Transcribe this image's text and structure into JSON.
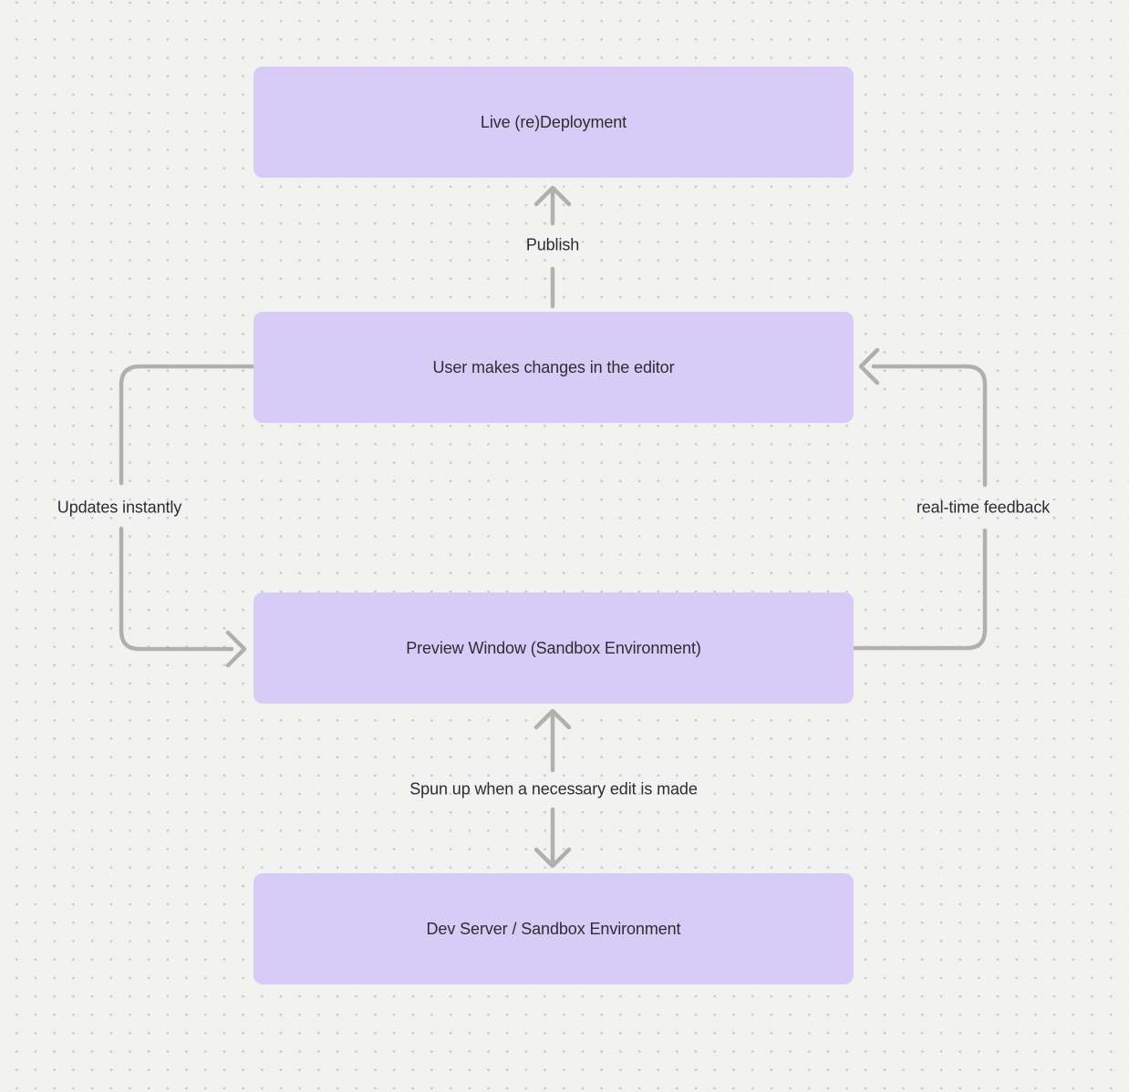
{
  "diagram": {
    "colors": {
      "bg": "#f2f2f0",
      "dot": "#c9c9c8",
      "node": "#d7ccf6",
      "arrow": "#b1b0af",
      "text": "#2e2c33"
    },
    "nodes": [
      {
        "id": "live-deployment",
        "label": "Live (re)Deployment"
      },
      {
        "id": "editor-changes",
        "label": "User makes changes in the editor"
      },
      {
        "id": "preview-window",
        "label": "Preview Window (Sandbox Environment)"
      },
      {
        "id": "dev-server",
        "label": "Dev Server / Sandbox Environment"
      }
    ],
    "edges": [
      {
        "label": "Publish",
        "from": "editor-changes",
        "to": "live-deployment",
        "direction": "up"
      },
      {
        "label": "Updates instantly",
        "from": "editor-changes",
        "to": "preview-window",
        "direction": "left-loop"
      },
      {
        "label": "real-time feedback",
        "from": "preview-window",
        "to": "editor-changes",
        "direction": "right-loop"
      },
      {
        "label": "Spun up when a necessary edit is made",
        "from": "dev-server",
        "to": "preview-window",
        "direction": "both"
      }
    ]
  }
}
